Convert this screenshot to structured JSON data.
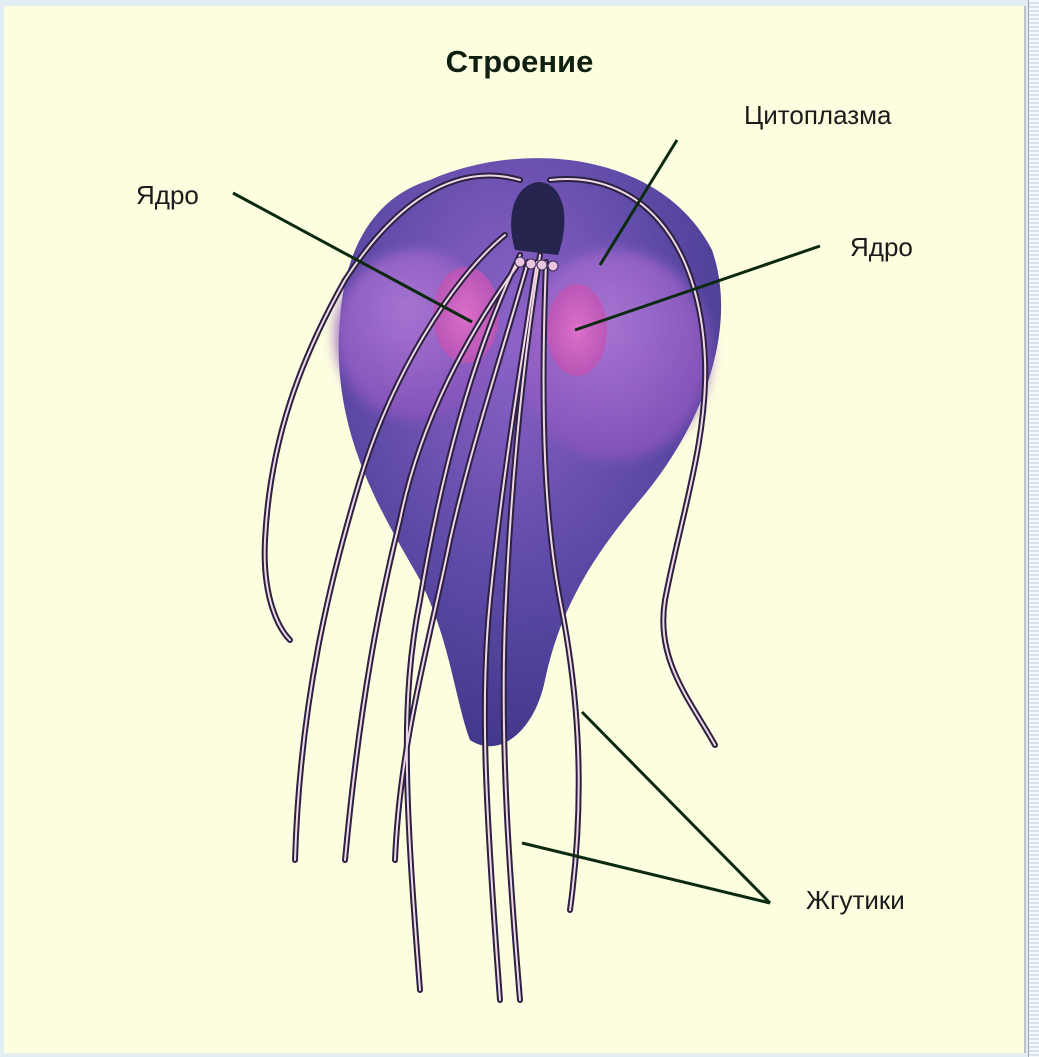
{
  "diagram": {
    "title": "Строение",
    "labels": {
      "nucleus_left": "Ядро",
      "cytoplasm": "Цитоплазма",
      "nucleus_right": "Ядро",
      "flagella": "Жгутики"
    }
  }
}
